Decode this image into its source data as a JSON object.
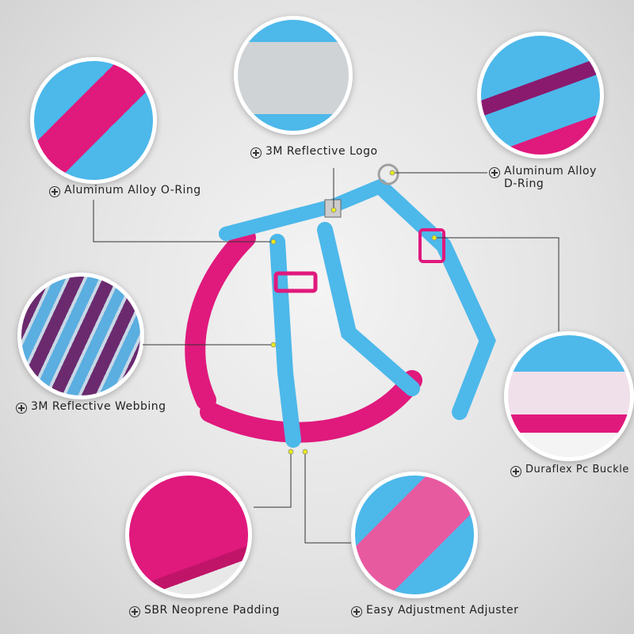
{
  "features": [
    {
      "id": "o-ring",
      "label": "Aluminum Alloy O-Ring",
      "icon": "plus-circle-icon"
    },
    {
      "id": "logo",
      "label": "3M Reflective Logo",
      "icon": "plus-circle-icon"
    },
    {
      "id": "d-ring",
      "label": "Aluminum Alloy",
      "label2": "D-Ring",
      "icon": "plus-circle-icon"
    },
    {
      "id": "webbing",
      "label": "3M Reflective Webbing",
      "icon": "plus-circle-icon"
    },
    {
      "id": "buckle",
      "label": "Duraflex Pc Buckle",
      "icon": "plus-circle-icon"
    },
    {
      "id": "padding",
      "label": "SBR Neoprene Padding",
      "icon": "plus-circle-icon"
    },
    {
      "id": "adjuster",
      "label": "Easy Adjustment Adjuster",
      "icon": "plus-circle-icon"
    }
  ],
  "colors": {
    "blue": "#4db8ea",
    "pink": "#e0197d",
    "purple": "#8a1a6e",
    "dot": "#e8ec1c"
  }
}
